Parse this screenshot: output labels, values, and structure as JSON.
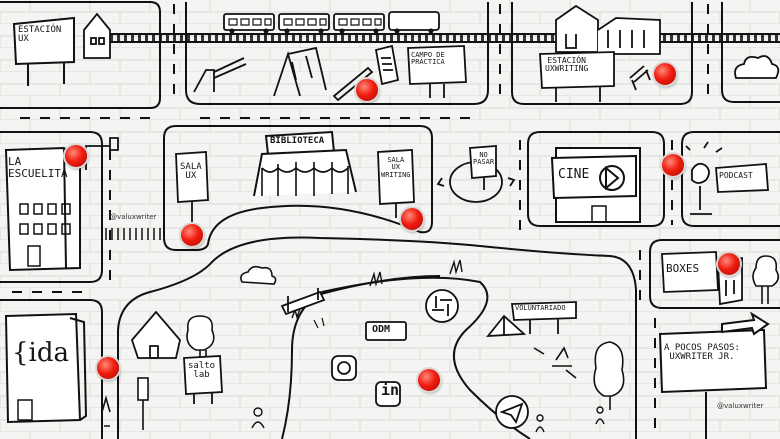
{
  "map": {
    "estacion_ux": "ESTACIÓN\nUX",
    "campo_practica": "CAMPO DE\nPRÁCTICA",
    "estacion_uxwriting": "ESTACIÓN\nUXWRITING",
    "escuelita": "LA\nESCUELITA",
    "biblioteca": "BIBLIOTECA",
    "sala_ux": "SALA\nUX",
    "sala_uxwriting": "SALA\nUX\nWRITING",
    "no_pasar": "NO\nPASAR",
    "cine": "CINE",
    "podcast": "PODCAST",
    "boxes": "BOXES",
    "ida": "{ida",
    "salto_lab": "salto\nlab",
    "voluntariado": "VOLUNTARIADO",
    "meetup": "ODM",
    "linkedin": "in",
    "a_pocos_pasos": "A POCOS PASOS:\nUXWRITER JR.",
    "watermark": "@valuxwriter"
  },
  "hotspots": [
    {
      "name": "hotspot-campo-practica"
    },
    {
      "name": "hotspot-estacion-uxwriting"
    },
    {
      "name": "hotspot-escuelita"
    },
    {
      "name": "hotspot-sala-ux"
    },
    {
      "name": "hotspot-sala-uxwriting"
    },
    {
      "name": "hotspot-cine"
    },
    {
      "name": "hotspot-boxes"
    },
    {
      "name": "hotspot-ida"
    },
    {
      "name": "hotspot-redes"
    }
  ]
}
